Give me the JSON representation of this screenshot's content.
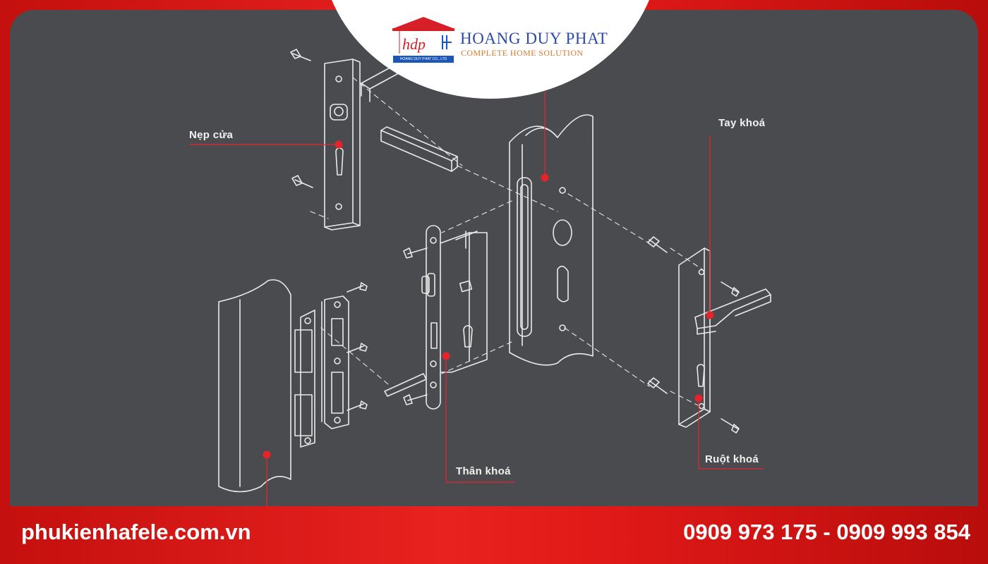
{
  "brand": {
    "logo_mark": "hdp",
    "name": "HOANG DUY PHAT",
    "tagline": "COMPLETE HOME SOLUTION",
    "company_small": "HOANG DUY PHAT CO., LTD"
  },
  "labels": {
    "nep_cua": "Nẹp cửa",
    "tay_khoa": "Tay khoá",
    "than_khoa": "Thân khoá",
    "ruot_khoa": "Ruột khoá"
  },
  "footer": {
    "website": "phukienhafele.com.vn",
    "phones": "0909 973 175 - 0909 993 854"
  },
  "colors": {
    "brand_red": "#e0201e",
    "panel": "#4a4b4e",
    "line": "#e9e9e9",
    "marker": "#e3242b",
    "brand_blue": "#2c4aa8",
    "brand_orange": "#d97a2a"
  }
}
